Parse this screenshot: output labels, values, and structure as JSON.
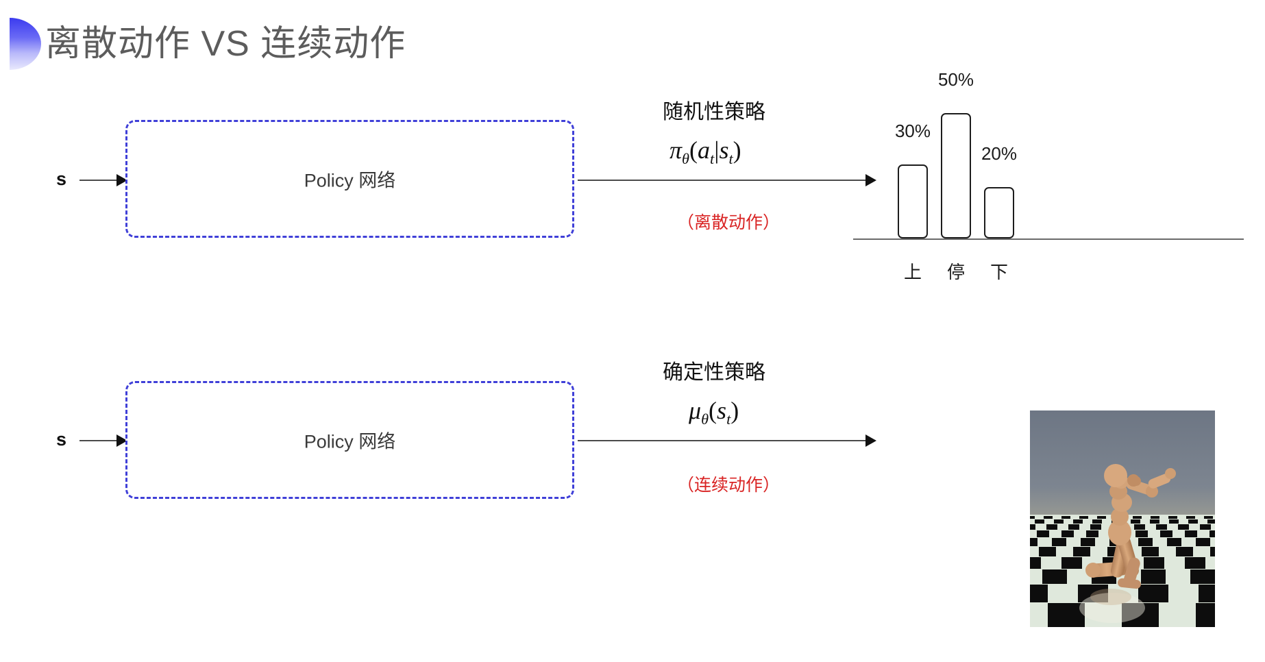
{
  "slide": {
    "title": "离散动作 VS 连续动作",
    "title_color": "#5c5c5c",
    "accent_color": "#4040d8",
    "note_color": "#d92424",
    "background": "#ffffff"
  },
  "rows": [
    {
      "id": "discrete",
      "input_label": "s",
      "box_label": "Policy 网络",
      "policy_kind": "随机性策略",
      "formula": {
        "head": "π",
        "head_sub": "θ",
        "open": "(",
        "arg1": "a",
        "arg1_sub": "t",
        "bar": "|",
        "arg2": "s",
        "arg2_sub": "t",
        "close": ")"
      },
      "note": "（离散动作）"
    },
    {
      "id": "continuous",
      "input_label": "s",
      "box_label": "Policy 网络",
      "policy_kind": "确定性策略",
      "formula": {
        "head": "μ",
        "head_sub": "θ",
        "open": "(",
        "arg1": "s",
        "arg1_sub": "t",
        "bar": "",
        "arg2": "",
        "arg2_sub": "",
        "close": ")"
      },
      "note": "（连续动作）"
    }
  ],
  "chart_data": {
    "type": "bar",
    "title": "",
    "xlabel": "",
    "ylabel": "",
    "categories": [
      "上",
      "停",
      "下"
    ],
    "values": [
      30,
      50,
      20
    ],
    "value_labels": [
      "30%",
      "50%",
      "20%"
    ],
    "ylim": [
      0,
      60
    ],
    "grid": false,
    "legend": "none",
    "bar_fill": "#ffffff",
    "bar_stroke": "#1c1c1c"
  },
  "humanoid": {
    "caption": "",
    "sky_color": "#707a86",
    "ground_light": "#dfe8dc",
    "ground_dark": "#0d0d0d",
    "body_color": "#d4a27a"
  }
}
